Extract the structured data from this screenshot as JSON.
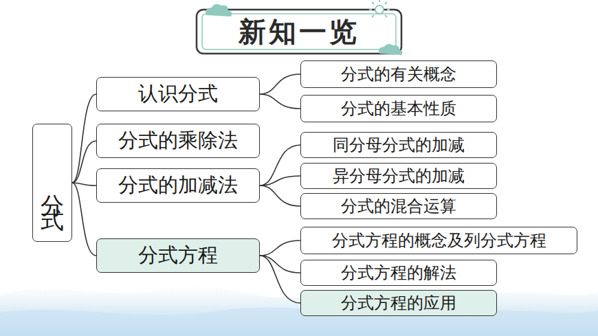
{
  "diagram": {
    "title": "新知一览",
    "nodes": [
      {
        "text": [
          "分式"
        ]
      },
      {
        "text": [
          "认识分式"
        ]
      },
      {
        "text": [
          "分式的有关概念"
        ]
      },
      {
        "text": [
          "分式的基本性质"
        ]
      },
      {
        "text": [
          "分式的乘除法"
        ]
      },
      {
        "text": [
          "分式的加减法"
        ]
      },
      {
        "text": [
          "同分母分式的加减"
        ]
      },
      {
        "text": [
          "异分母分式的加减"
        ]
      },
      {
        "text": [
          "分式的混合运算"
        ]
      },
      {
        "text": [
          "分式方程"
        ]
      },
      {
        "text": [
          "分式方程的概念及列分式方程"
        ]
      },
      {
        "text": [
          "分式方程的解法"
        ]
      },
      {
        "text": [
          "分式方程的应用"
        ]
      }
    ],
    "edges": [
      {
        "from": 0,
        "to": 1,
        "arrow": "none"
      },
      {
        "from": 0,
        "to": 4,
        "arrow": "none"
      },
      {
        "from": 0,
        "to": 5,
        "arrow": "none"
      },
      {
        "from": 0,
        "to": 9,
        "arrow": "none"
      },
      {
        "from": 1,
        "to": 2,
        "arrow": "none"
      },
      {
        "from": 1,
        "to": 3,
        "arrow": "none"
      },
      {
        "from": 5,
        "to": 6,
        "arrow": "none"
      },
      {
        "from": 5,
        "to": 7,
        "arrow": "none"
      },
      {
        "from": 5,
        "to": 8,
        "arrow": "none"
      },
      {
        "from": 9,
        "to": 10,
        "arrow": "none"
      },
      {
        "from": 9,
        "to": 11,
        "arrow": "none"
      },
      {
        "from": 9,
        "to": 12,
        "arrow": "none"
      }
    ]
  }
}
